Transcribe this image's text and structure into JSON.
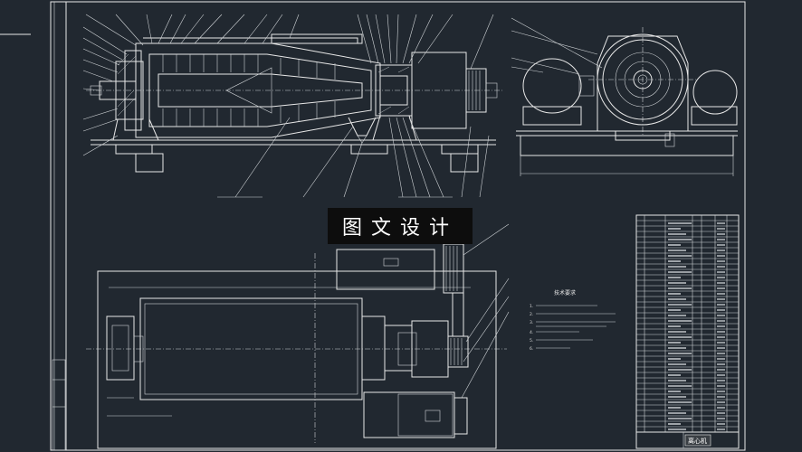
{
  "watermark": {
    "text": "图文设计"
  },
  "technical_requirements": {
    "title": "技术要求",
    "lines": [
      "1.",
      "2.",
      "3.",
      "4.",
      "5.",
      "6."
    ]
  },
  "title_block": {
    "label": "离心机"
  },
  "colors": {
    "background": "#212830",
    "lines": "#e8e8e8",
    "watermark_bg": "#0d0d0d",
    "watermark_text": "#ffffff"
  }
}
